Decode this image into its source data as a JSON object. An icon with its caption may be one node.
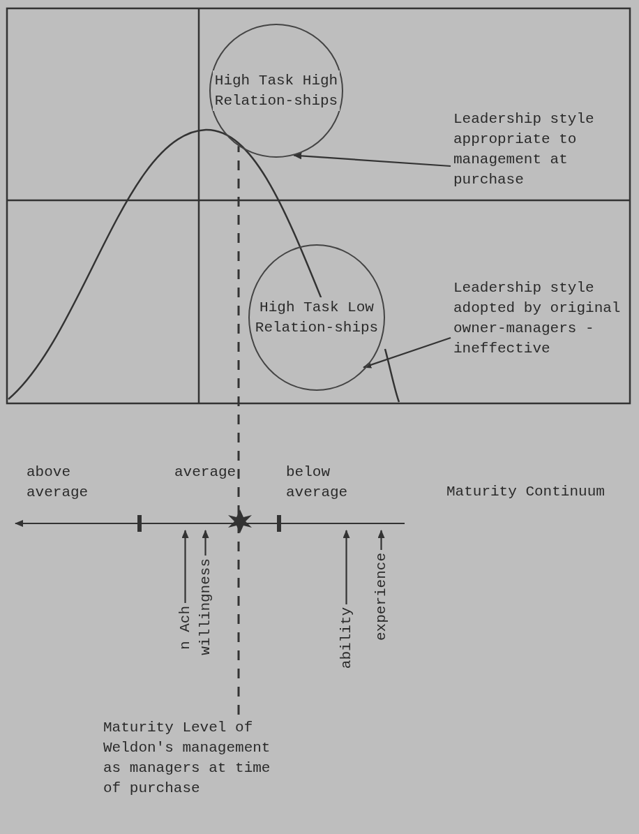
{
  "diagram": {
    "nodes": [
      {
        "text": [
          "High Task High Relation-ships"
        ]
      },
      {
        "text": [
          "Leadership style appropriate to management at purchase"
        ]
      },
      {
        "text": [
          "High Task Low Relation-ships"
        ]
      },
      {
        "text": [
          "Leadership style adopted by original owner-managers - ineffective"
        ]
      },
      {
        "text": [
          "Maturity Level of Weldon's management as managers at time of purchase"
        ]
      },
      {
        "text": [
          "n Ach"
        ]
      },
      {
        "text": [
          "willingness"
        ]
      },
      {
        "text": [
          "ability"
        ]
      },
      {
        "text": [
          "experience"
        ]
      }
    ],
    "edges": [
      {
        "from": 1,
        "to": 0,
        "arrow": "to"
      },
      {
        "from": 3,
        "to": 2,
        "arrow": "to"
      },
      {
        "from": 4,
        "to": 0,
        "arrow": "none",
        "style": "dashed"
      },
      {
        "from": 5,
        "to": null,
        "arrow": "to"
      },
      {
        "from": 6,
        "to": null,
        "arrow": "to"
      },
      {
        "from": 7,
        "to": null,
        "arrow": "to"
      },
      {
        "from": 8,
        "to": null,
        "arrow": "to"
      }
    ],
    "labels": [
      "above average",
      "average",
      "below average",
      "Maturity Continuum"
    ]
  }
}
